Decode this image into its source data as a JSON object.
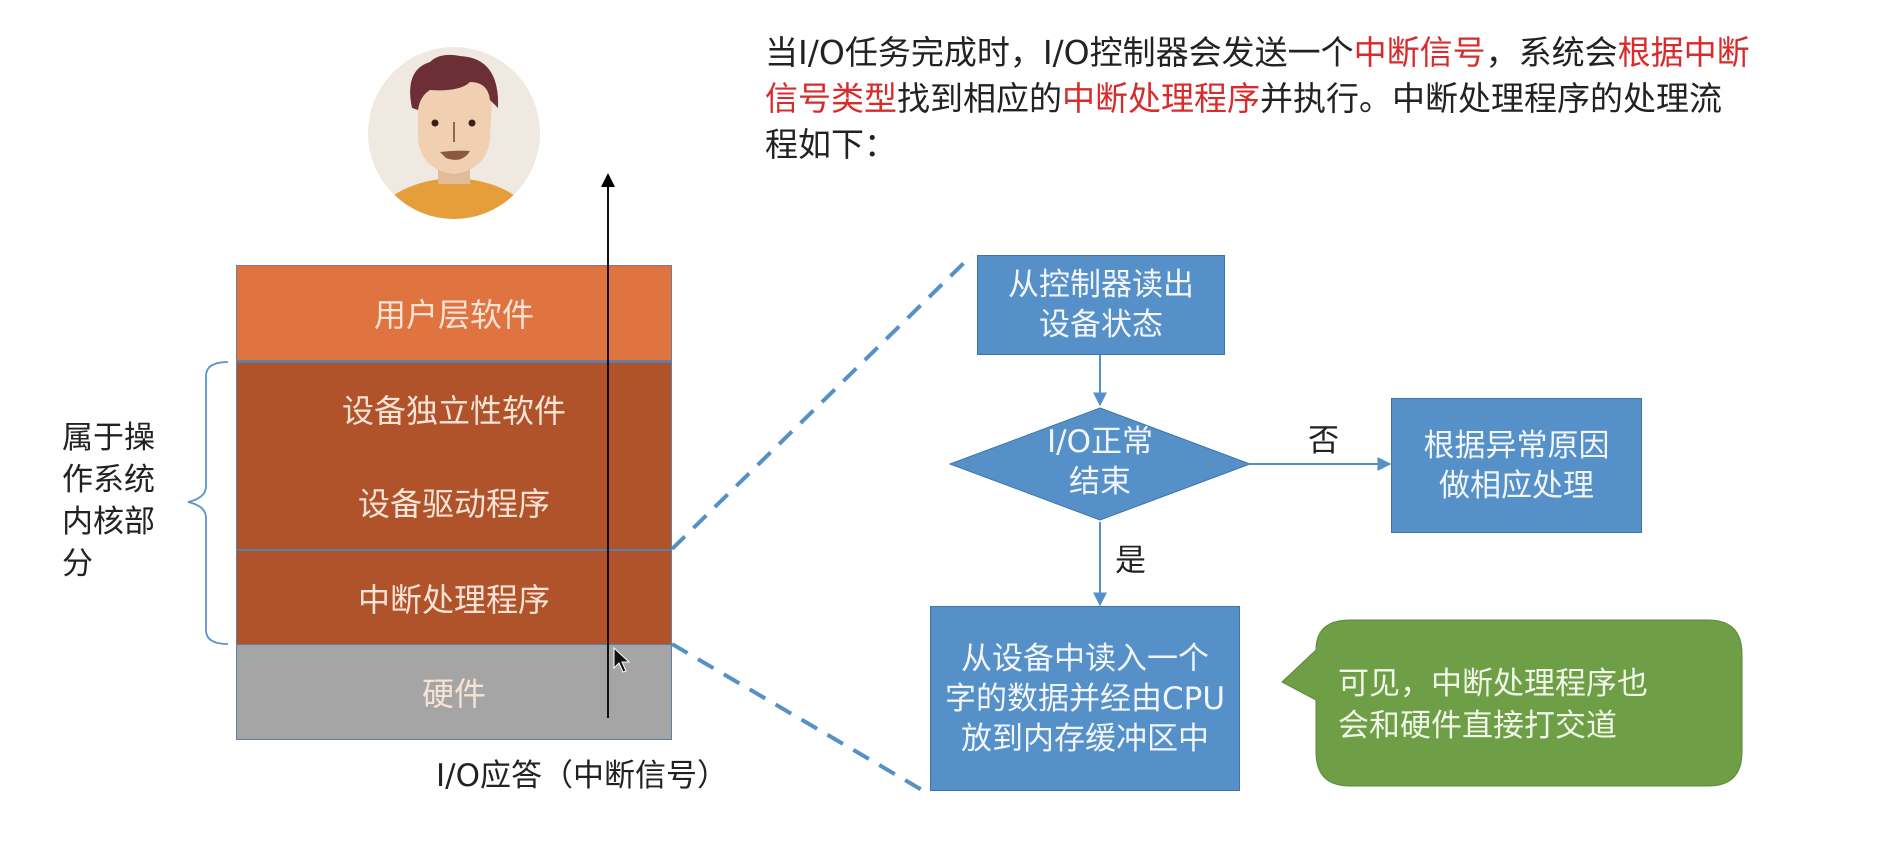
{
  "intro": {
    "segments": [
      {
        "text": "当I/O任务完成时，I/O控制器会发送一个",
        "highlight": false
      },
      {
        "text": "中断信号",
        "highlight": true
      },
      {
        "text": "，系统会",
        "highlight": false
      },
      {
        "text": "根据中断信号类型",
        "highlight": true
      },
      {
        "text": "找到相应的",
        "highlight": false
      },
      {
        "text": "中断处理程序",
        "highlight": true
      },
      {
        "text": "并执行。中断处理程序的处理流程如下：",
        "highlight": false
      }
    ],
    "highlight_color": "#d92b2b"
  },
  "avatar": {
    "icon": "user-avatar-icon"
  },
  "stack": {
    "layers": [
      {
        "label": "用户层软件",
        "color": "#e07440"
      },
      {
        "label": "设备独立性软件",
        "color": "#b0532a"
      },
      {
        "label": "设备驱动程序",
        "color": "#b0532a"
      },
      {
        "label": "中断处理程序",
        "color": "#b0532a"
      },
      {
        "label": "硬件",
        "color": "#a5a5a5"
      }
    ],
    "kernel_brace_label": "属于操作系统内核部分",
    "kernel_brace_lines": [
      "属于操",
      "作系统",
      "内核部",
      "分"
    ],
    "signal_label": "I/O应答（中断信号）"
  },
  "flowchart": {
    "box_color": "#5690c8",
    "step1": [
      "从控制器读出",
      "设备状态"
    ],
    "decision": [
      "I/O正常",
      "结束"
    ],
    "no_label": "否",
    "yes_label": "是",
    "error_box": [
      "根据异常原因",
      "做相应处理"
    ],
    "step2": [
      "从设备中读入一个",
      "字的数据并经由CPU",
      "放到内存缓冲区中"
    ]
  },
  "callout": {
    "color": "#6e9e45",
    "lines": [
      "可见，中断处理程序也",
      "会和硬件直接打交道"
    ]
  }
}
